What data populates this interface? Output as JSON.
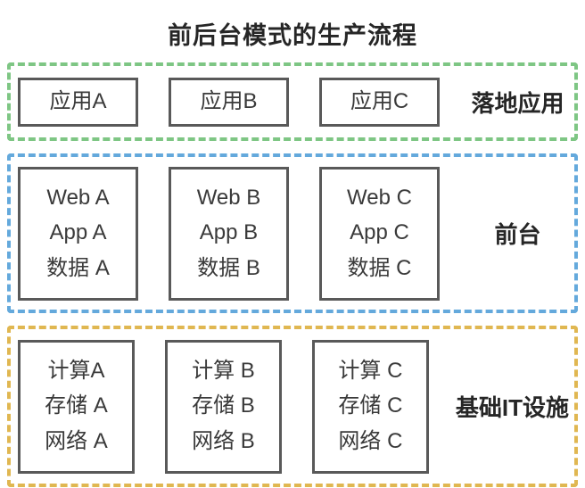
{
  "title": "前后台模式的生产流程",
  "colors": {
    "layer_landing_border": "#7ec684",
    "layer_front_border": "#64a9dc",
    "layer_infra_border": "#e0b751",
    "inner_box_border": "#595959",
    "text": "#3a3a3a",
    "title_text": "#262626",
    "background": "#ffffff"
  },
  "sections": [
    {
      "label": "落地应用",
      "boxes": [
        {
          "lines": [
            "应用A"
          ]
        },
        {
          "lines": [
            "应用B"
          ]
        },
        {
          "lines": [
            "应用C"
          ]
        }
      ]
    },
    {
      "label": "前台",
      "boxes": [
        {
          "lines": [
            "Web A",
            "App A",
            "数据 A"
          ]
        },
        {
          "lines": [
            "Web B",
            "App B",
            "数据 B"
          ]
        },
        {
          "lines": [
            "Web C",
            "App C",
            "数据 C"
          ]
        }
      ]
    },
    {
      "label": "基础IT设施",
      "boxes": [
        {
          "lines": [
            "计算A",
            "存储 A",
            "网络 A"
          ]
        },
        {
          "lines": [
            "计算 B",
            "存储 B",
            "网络 B"
          ]
        },
        {
          "lines": [
            "计算 C",
            "存储 C",
            "网络 C"
          ]
        }
      ]
    }
  ]
}
